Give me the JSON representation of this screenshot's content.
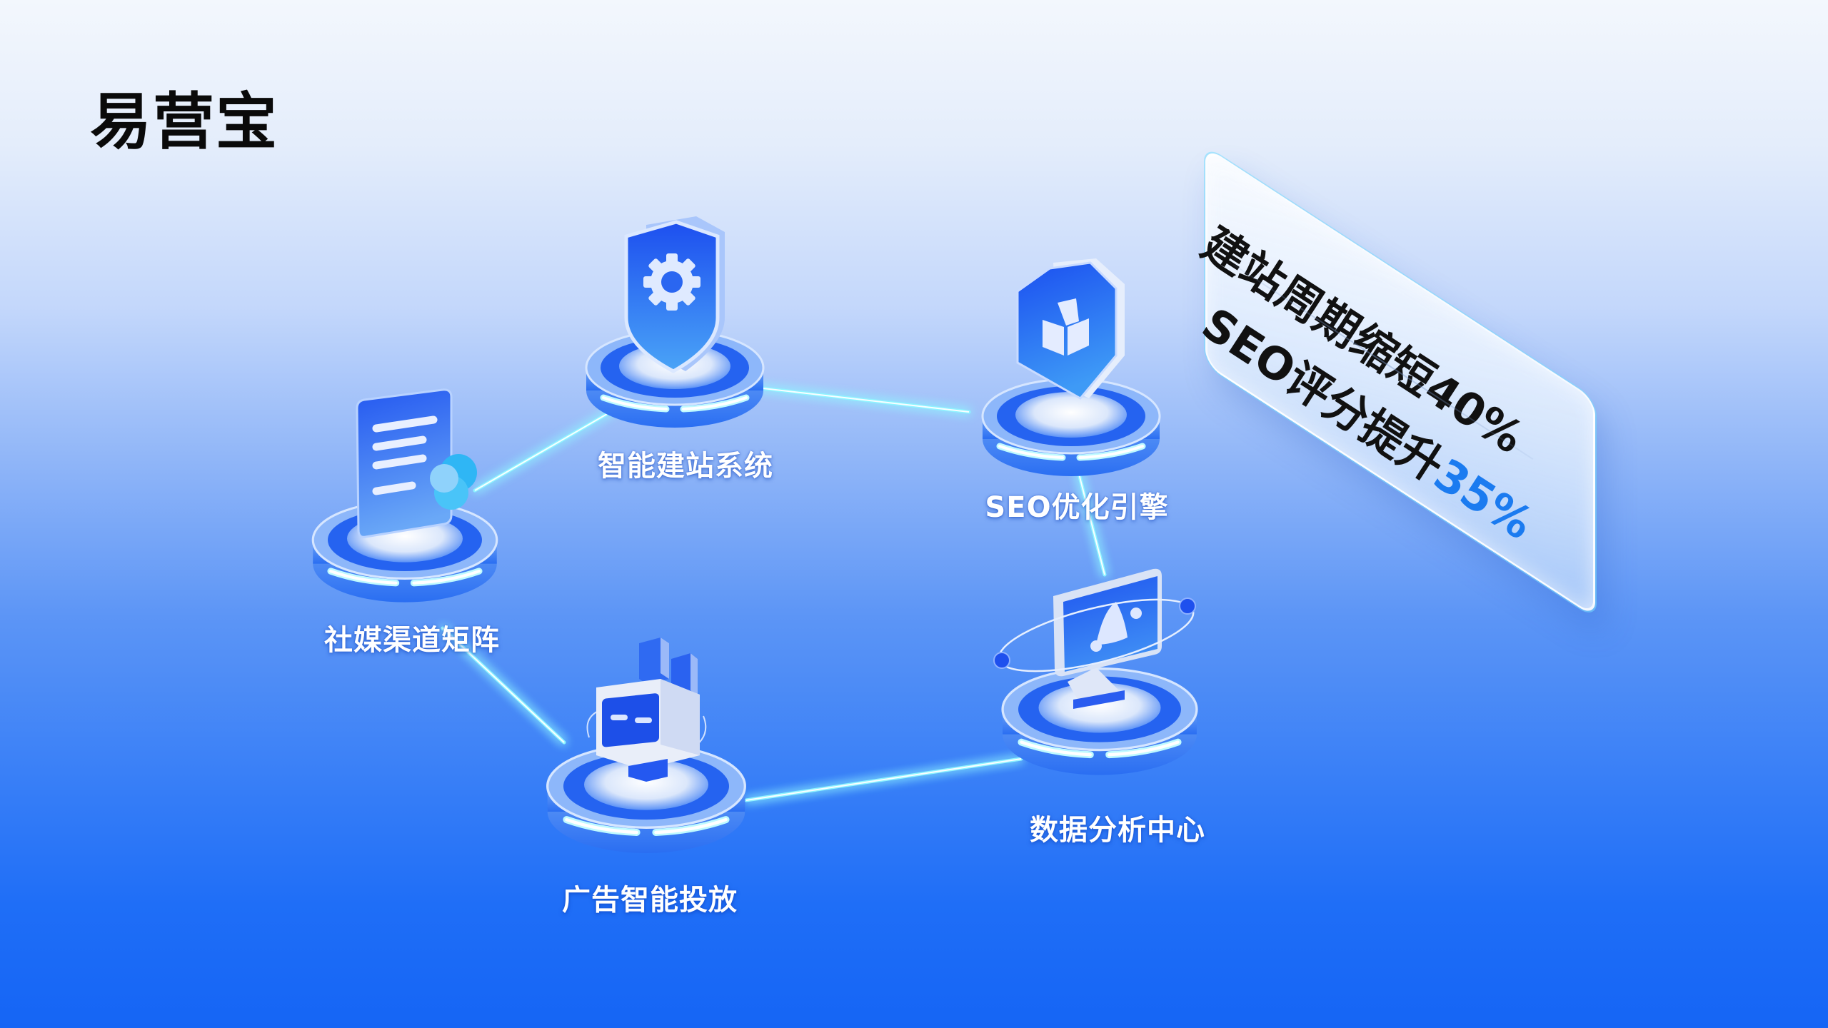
{
  "header": {
    "title": "易营宝"
  },
  "colors": {
    "background_top": "#f3f7fd",
    "background_bottom": "#1565f5",
    "title": "#0a0a0a",
    "label": "#ffffff",
    "link_glow": "#7ff0ff",
    "icon_blue": "#1f5cf2",
    "highlight": "#1b7bf0"
  },
  "nodes": [
    {
      "id": "site-builder",
      "label": "智能建站系统",
      "icon": "shield-gear-icon"
    },
    {
      "id": "seo-engine",
      "label": "SEO优化引擎",
      "icon": "hexagon-box-icon"
    },
    {
      "id": "social-matrix",
      "label": "社媒渠道矩阵",
      "icon": "document-users-icon"
    },
    {
      "id": "ad-delivery",
      "label": "广告智能投放",
      "icon": "robot-icon"
    },
    {
      "id": "data-center",
      "label": "数据分析中心",
      "icon": "monitor-crown-icon"
    }
  ],
  "links": [
    {
      "from": "social-matrix",
      "to": "site-builder"
    },
    {
      "from": "site-builder",
      "to": "seo-engine"
    },
    {
      "from": "seo-engine",
      "to": "data-center"
    },
    {
      "from": "social-matrix",
      "to": "ad-delivery"
    },
    {
      "from": "ad-delivery",
      "to": "data-center"
    }
  ],
  "stats_card": {
    "line1_text": "建站周期缩短",
    "line1_value": "40%",
    "line2_text": "SEO评分提升",
    "line2_value": "35%"
  }
}
